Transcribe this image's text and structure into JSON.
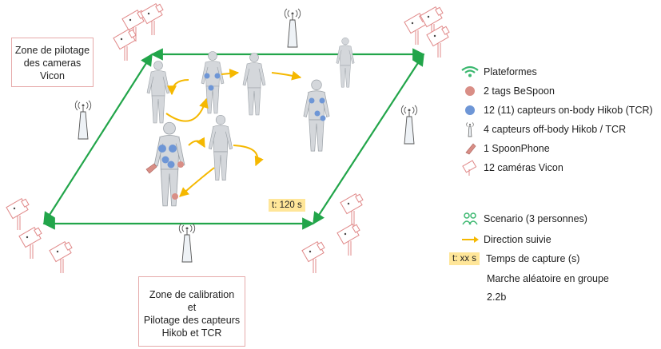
{
  "zone_pilotage": {
    "lines": [
      "Zone de pilotage",
      "des cameras",
      "Vicon"
    ]
  },
  "zone_calibration": {
    "lines": [
      "Zone de calibration",
      "et",
      "Pilotage des capteurs",
      "Hikob et TCR"
    ]
  },
  "capture_time": "t: 120 s",
  "legend": {
    "plateformes": "Plateformes",
    "bespoon": "2 tags BeSpoon",
    "on_body": "12 (11) capteurs on-body Hikob (TCR)",
    "off_body": "4 capteurs off-body Hikob / TCR",
    "spoonphone": "1 SpoonPhone",
    "cameras": "12 caméras Vicon",
    "scenario": "Scenario (3 personnes)",
    "direction": "Direction suivie",
    "time_badge": "t: xx s",
    "time_label": "Temps de capture (s)",
    "description": "Marche aléatoire en groupe",
    "code": "2.2b"
  },
  "colors": {
    "platform_green": "#22a54a",
    "path_yellow": "#f5b800",
    "bespoon_red": "#d98e86",
    "hikob_blue": "#6e96d6",
    "camera_pink": "#e08888",
    "badge_yellow": "#ffe699",
    "wifi_green": "#3cb870",
    "scenario_green": "#3cb870"
  }
}
